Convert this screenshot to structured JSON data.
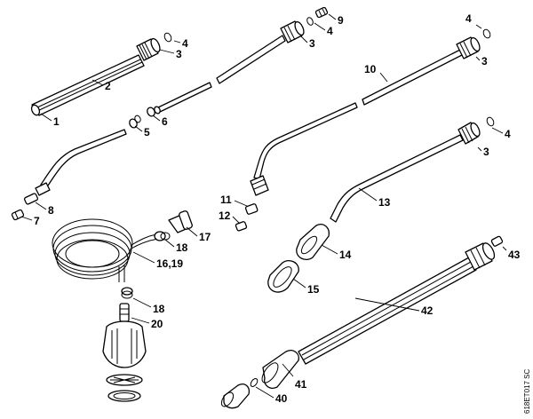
{
  "diagram": {
    "drawing_code": "618ET017 SC",
    "callouts": {
      "c1": "1",
      "c2": "2",
      "c3a": "3",
      "c3b": "3",
      "c3c": "3",
      "c3d": "3",
      "c4a": "4",
      "c4b": "4",
      "c4c": "4",
      "c4d": "4",
      "c5": "5",
      "c6": "6",
      "c7": "7",
      "c8": "8",
      "c9": "9",
      "c10": "10",
      "c11": "11",
      "c12": "12",
      "c13": "13",
      "c14": "14",
      "c15": "15",
      "c16": "16,19",
      "c17": "17",
      "c18a": "18",
      "c18b": "18",
      "c20": "20",
      "c40": "40",
      "c41": "41",
      "c42": "42",
      "c43": "43"
    }
  }
}
